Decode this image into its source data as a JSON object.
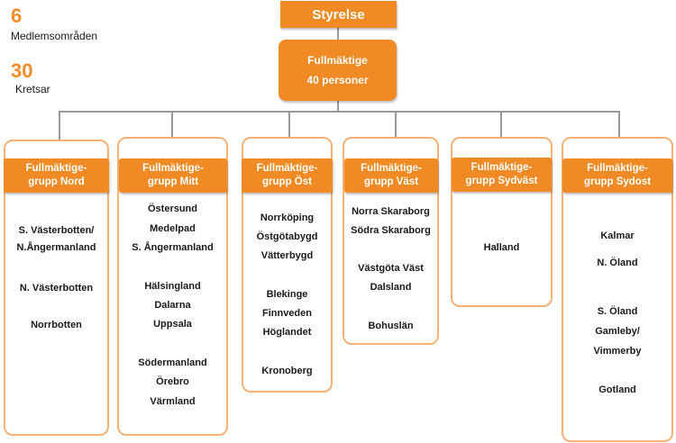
{
  "stats": [
    {
      "number": "6",
      "label": "Medlemsområden"
    },
    {
      "number": "30",
      "label": "Kretsar"
    }
  ],
  "board": {
    "label": "Styrelse"
  },
  "council": {
    "line1": "Fullmäktige",
    "line2": "40 personer"
  },
  "colors": {
    "accent": "#f08a24",
    "border": "#f4b277",
    "connector": "#9a9a9a"
  },
  "groups": [
    {
      "id": "nord",
      "header": [
        "Fullmäktige-",
        "grupp Nord"
      ],
      "items": [
        "S. Västerbotten/",
        "N.Ångermanland",
        "N. Västerbotten",
        "Norrbotten"
      ]
    },
    {
      "id": "mitt",
      "header": [
        "Fullmäktige-",
        "grupp Mitt"
      ],
      "items": [
        "Östersund",
        "Medelpad",
        "S. Ångermanland",
        "Hälsingland",
        "Dalarna",
        "Uppsala",
        "Södermanland",
        "Örebro",
        "Värmland"
      ]
    },
    {
      "id": "ost",
      "header": [
        "Fullmäktige-",
        "grupp Öst"
      ],
      "items": [
        "Norrköping",
        "Östgötabygd",
        "Vätterbygd",
        "Blekinge",
        "Finnveden",
        "Höglandet",
        "Kronoberg"
      ]
    },
    {
      "id": "vast",
      "header": [
        "Fullmäktige-",
        "grupp Väst"
      ],
      "items": [
        "Norra Skaraborg",
        "Södra Skaraborg",
        "Västgöta Väst",
        "Dalsland",
        "Bohuslän"
      ]
    },
    {
      "id": "sydvast",
      "header": [
        "Fullmäktige-",
        "grupp Sydväst"
      ],
      "items": [
        "Halland"
      ]
    },
    {
      "id": "sydost",
      "header": [
        "Fullmäktige-",
        "grupp Sydost"
      ],
      "items": [
        "Kalmar",
        "N. Öland",
        "S. Öland",
        "Gamleby/",
        "Vimmerby",
        "Gotland"
      ]
    }
  ]
}
